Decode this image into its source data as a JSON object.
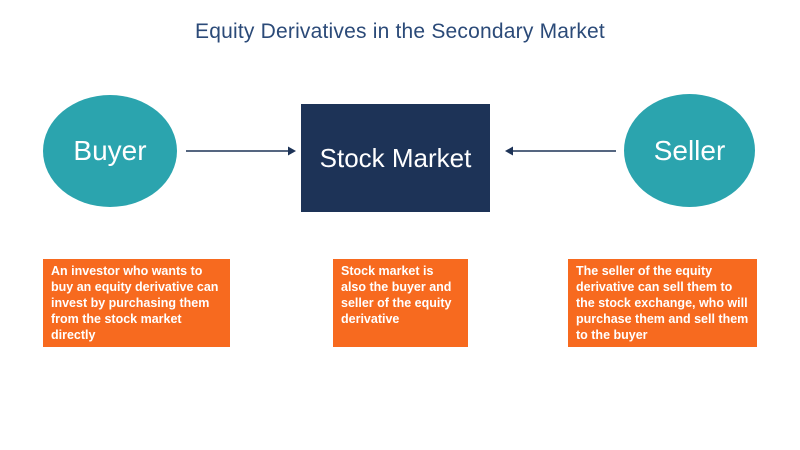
{
  "title": "Equity Derivatives in the Secondary Market",
  "diagram": {
    "buyer_label": "Buyer",
    "market_label": "Stock Market",
    "seller_label": "Seller"
  },
  "notes": {
    "buyer": "An investor who wants to buy an equity derivative can invest by purchasing them from the stock market directly",
    "market": "Stock market is also the buyer and seller of the equity derivative",
    "seller": "The seller of the equity derivative can sell them to the stock exchange, who will purchase them and sell them to the buyer"
  },
  "arrows": [
    {
      "name": "buyer-to-market",
      "from": "Buyer",
      "to": "Stock Market",
      "direction": "right"
    },
    {
      "name": "seller-to-market",
      "from": "Seller",
      "to": "Stock Market",
      "direction": "left"
    }
  ],
  "colors": {
    "teal": "#2ba4ae",
    "navy": "#1d3357",
    "orange": "#f76a1f",
    "title_text": "#2b4a78",
    "text_on_shapes": "#ffffff",
    "background": "#ffffff"
  }
}
